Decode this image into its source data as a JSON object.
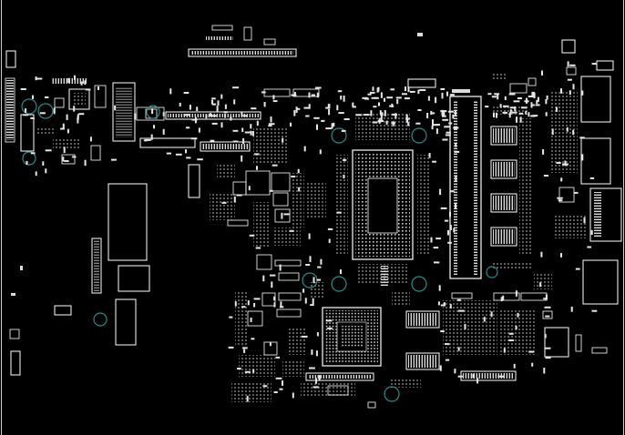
{
  "view": {
    "background": "#000000",
    "outline_color": "#ffffff",
    "hole_color": "#2a8a86",
    "pad_color": "#e6e6e6"
  },
  "components": {
    "cpu": "bga-cpu",
    "pch": "bga-pch",
    "memory_slot": "sodimm-slot",
    "memory_chips": 4,
    "mounting_holes": 12
  }
}
